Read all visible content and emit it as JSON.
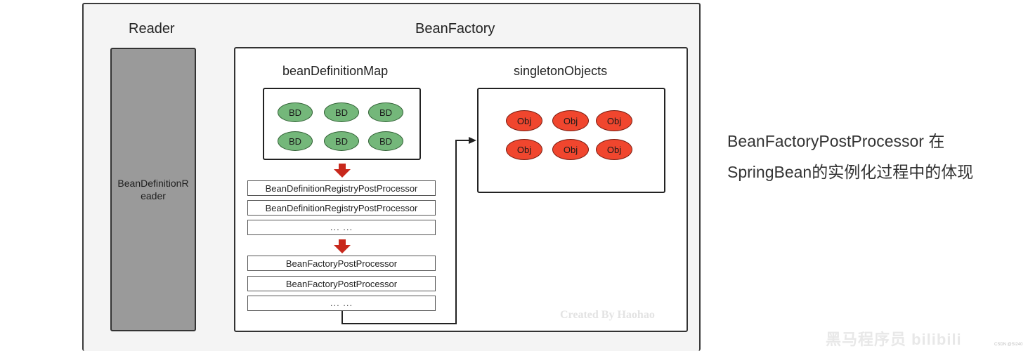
{
  "reader": {
    "title": "Reader",
    "box_label": "BeanDefinitionReader"
  },
  "bean_factory": {
    "title": "BeanFactory",
    "bean_definition_map": {
      "title": "beanDefinitionMap",
      "items": [
        "BD",
        "BD",
        "BD",
        "BD",
        "BD",
        "BD"
      ]
    },
    "singleton_objects": {
      "title": "singletonObjects",
      "items": [
        "Obj",
        "Obj",
        "Obj",
        "Obj",
        "Obj",
        "Obj"
      ]
    },
    "registry_processors": [
      "BeanDefinitionRegistryPostProcessor",
      "BeanDefinitionRegistryPostProcessor",
      "... ..."
    ],
    "factory_processors": [
      "BeanFactoryPostProcessor",
      "BeanFactoryPostProcessor",
      "... ..."
    ]
  },
  "watermark": "Created By Haohao",
  "caption": {
    "line1": "BeanFactoryPostProcessor 在",
    "line2": "SpringBean的实例化过程中的体现"
  },
  "corner_logo": "黑马程序员 bilibili",
  "csdn_mark": "CSDN @SI240",
  "colors": {
    "bd_fill": "#74b77a",
    "obj_fill": "#f0462e",
    "arrow_red": "#c8281c",
    "reader_fill": "#9a9a9a"
  }
}
